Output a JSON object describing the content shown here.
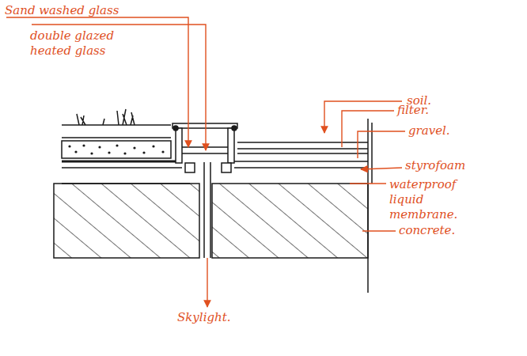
{
  "diagram": {
    "labels": [
      "Sand washed glass",
      "double glazed heated glass",
      "soil.",
      "filter.",
      "gravel.",
      "styrofoam",
      "waterproof liquid membrane.",
      "concrete.",
      "Skylight."
    ]
  }
}
